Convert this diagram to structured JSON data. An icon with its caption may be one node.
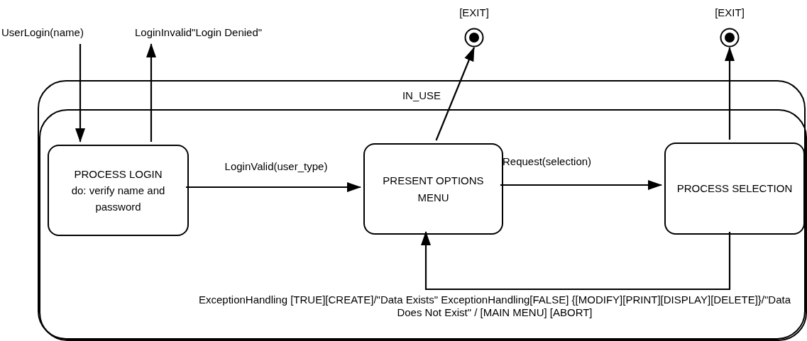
{
  "diagram": {
    "nodes": [
      {
        "text": [
          "IN_USE"
        ]
      },
      {
        "text": [],
        "shape": "box",
        "in": 0
      },
      {
        "text": [
          "PROCESS LOGIN",
          "do: verify name and password"
        ],
        "in": 1
      },
      {
        "text": [
          "PRESENT OPTIONS MENU"
        ],
        "in": 1
      },
      {
        "text": [
          "PROCESS SELECTION"
        ],
        "in": 1
      },
      {
        "text": [],
        "shape": "circle",
        "beside": [
          "[EXIT]"
        ]
      },
      {
        "text": [],
        "shape": "circle",
        "beside": [
          "[EXIT]"
        ]
      }
    ],
    "edges": [
      {
        "from": null,
        "to": 2,
        "arrow": "to",
        "label": "UserLogin(name)"
      },
      {
        "from": 2,
        "to": null,
        "arrow": "to",
        "label": "LoginInvalid\"Login Denied\""
      },
      {
        "from": 2,
        "to": 3,
        "arrow": "to",
        "label": "LoginValid(user_type)"
      },
      {
        "from": 3,
        "to": 4,
        "arrow": "to",
        "label": "Request(selection)"
      },
      {
        "from": 3,
        "to": 5,
        "arrow": "to"
      },
      {
        "from": 4,
        "to": 6,
        "arrow": "to"
      },
      {
        "from": 4,
        "to": 3,
        "arrow": "to",
        "label": "ExceptionHandling [TRUE][CREATE]/\"Data Exists\" ExceptionHandling[FALSE] {[MODIFY][PRINT][DISPLAY][DELETE]}/\"Data Does Not Exist\" / [MAIN MENU] [ABORT]"
      }
    ]
  }
}
